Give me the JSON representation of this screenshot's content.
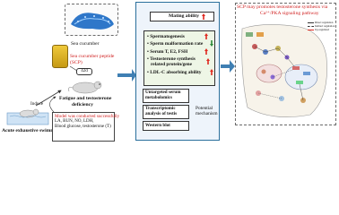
{
  "left": {
    "sea_cucumber": "Sea cucumber",
    "peptide_label_line1": "Sea cucumber peptide",
    "peptide_label_line2": "(SCP)",
    "dose": "42d",
    "fatigue_line1": "Fatigue and testosterone",
    "fatigue_line2": "deficiency",
    "induce": "Induce",
    "swimming": "Acute exhaustive swimming",
    "model_title": "Model was conducted successfully",
    "model_lines": [
      "LA, BUN, NO, LDH,",
      "Blood glucose, testosterone (T)"
    ]
  },
  "middle": {
    "mating": "Mating ability",
    "items": [
      "Spermatogenesis",
      "Sperm malformation rate",
      "Serum T, E2, FSH",
      "Testosterone synthesis",
      "related protein/gene",
      "LDL-C absorbing ability"
    ],
    "metab_line1": "Untargeted serum",
    "metab_line2": "metabolomics",
    "transcript_line1": "Transcriptomic",
    "transcript_line2": "analysis of testis",
    "western": "Western blot",
    "mechanism_line1": "Potential",
    "mechanism_line2": "mechanism"
  },
  "right": {
    "title_line1": "SCP may promotes testosterone synthesis via",
    "title_line2": "Ca²⁺/PKA signaling pathway",
    "legend": [
      "Direct regulation",
      "Indirect regulation",
      "Up-regulated"
    ]
  },
  "colors": {
    "accent_red": "#d02020",
    "panel_blue": "#2a6f9c",
    "arrow_blue": "#3f7fb3",
    "up_arrow": "#e0281f",
    "down_arrow": "#2d8a3a"
  }
}
